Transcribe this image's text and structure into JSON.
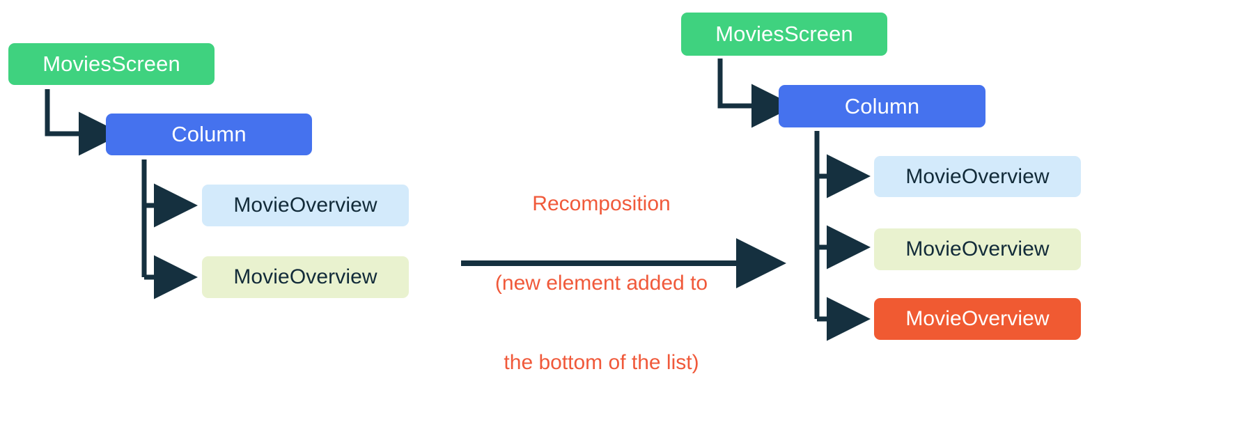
{
  "diagram": {
    "title_text": "Recomposition (new element added to the bottom of the list)",
    "colors": {
      "screen_node": "#3fd27f",
      "column_node": "#4572ee",
      "item_blue": "#d3eafb",
      "item_green": "#e9f2cf",
      "item_orange": "#f05a32",
      "edge": "#15303f",
      "caption": "#f0593a",
      "background": "#ffffff"
    },
    "left_tree": {
      "root": {
        "label": "MoviesScreen",
        "style": "green"
      },
      "column": {
        "label": "Column",
        "style": "blue"
      },
      "children": [
        {
          "label": "MovieOverview",
          "style": "lightblue"
        },
        {
          "label": "MovieOverview",
          "style": "lightgreen"
        }
      ]
    },
    "transition": {
      "line1": "Recomposition",
      "line2": "(new element added to",
      "line3": "the bottom of the list)",
      "arrow": "right-arrow-icon"
    },
    "right_tree": {
      "root": {
        "label": "MoviesScreen",
        "style": "green"
      },
      "column": {
        "label": "Column",
        "style": "blue"
      },
      "children": [
        {
          "label": "MovieOverview",
          "style": "lightblue"
        },
        {
          "label": "MovieOverview",
          "style": "lightgreen"
        },
        {
          "label": "MovieOverview",
          "style": "orange"
        }
      ]
    }
  }
}
